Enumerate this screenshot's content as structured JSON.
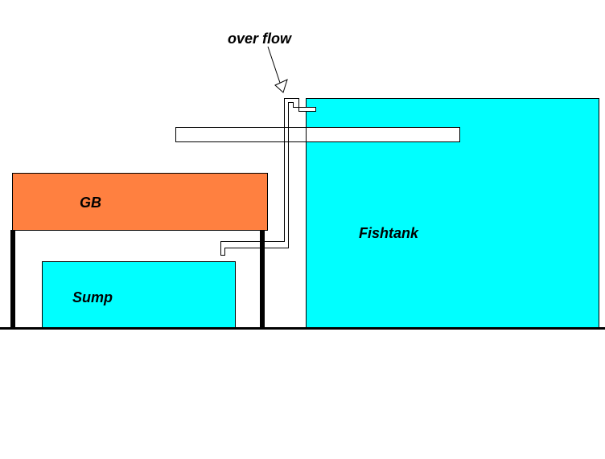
{
  "diagram": {
    "labels": {
      "overflow": "over flow",
      "growbed": "GB",
      "fishtank": "Fishtank",
      "sump": "Sump"
    },
    "colors": {
      "water": "#00FFFF",
      "growbed": "#FF8040",
      "pipe": "#FFFFFF",
      "line": "#000000",
      "background": "#FFFFFF"
    }
  }
}
